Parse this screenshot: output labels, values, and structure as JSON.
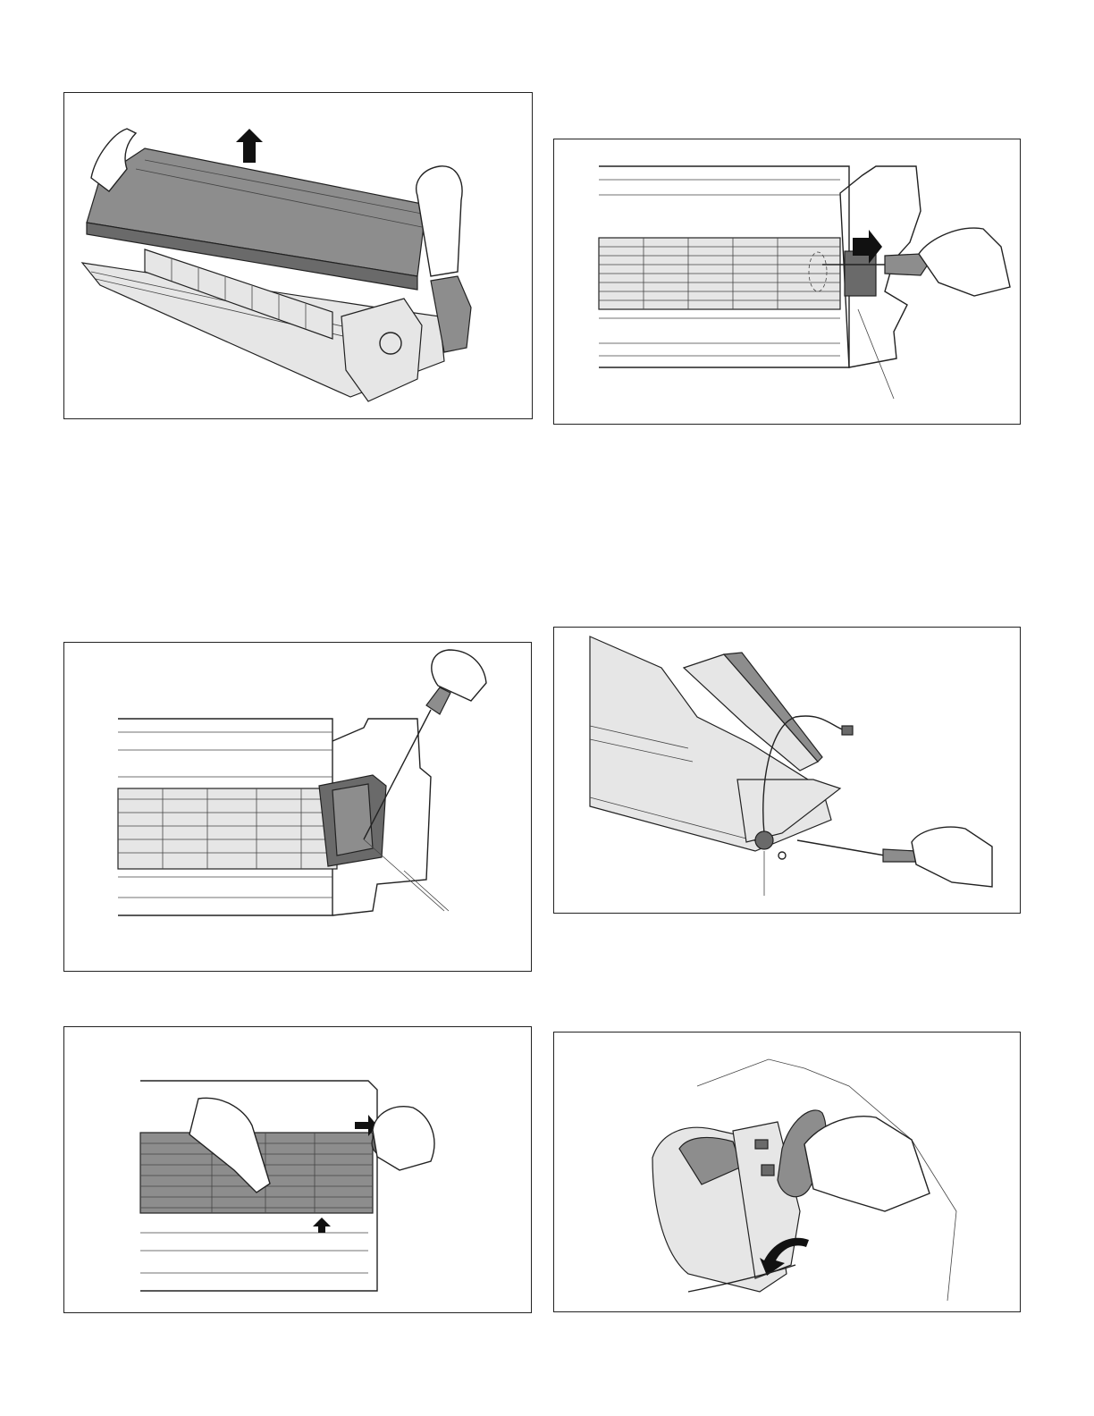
{
  "figures": [
    {
      "id": "fig-1",
      "icon": "lift-front-panel-illustration"
    },
    {
      "id": "fig-2",
      "icon": "pull-fan-shaft-illustration"
    },
    {
      "id": "fig-3",
      "icon": "remove-motor-screws-illustration"
    },
    {
      "id": "fig-4",
      "icon": "remove-ground-screw-illustration"
    },
    {
      "id": "fig-5",
      "icon": "remove-cross-flow-fan-illustration"
    },
    {
      "id": "fig-6",
      "icon": "detach-bearing-cover-illustration"
    }
  ],
  "colors": {
    "border": "#222222",
    "shade": "#8d8d8d",
    "dark": "#6a6a6a"
  }
}
